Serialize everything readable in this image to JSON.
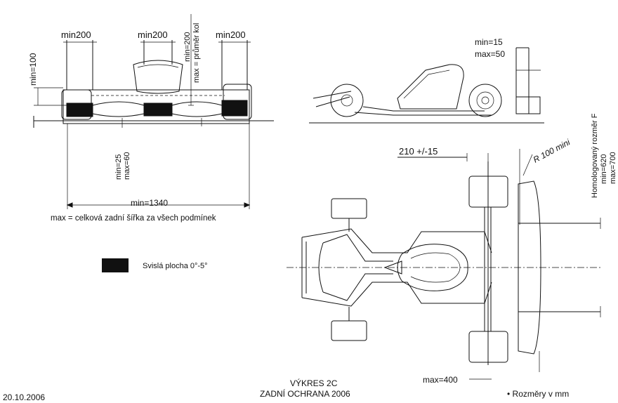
{
  "rear_view": {
    "dim_min200_left": "min200",
    "dim_min200_center": "min200",
    "dim_min200_right": "min200",
    "dim_min100": "min=100",
    "dim_wheel_min": "min=200",
    "dim_wheel_max": "max = průměr kol",
    "dim_gap_min": "min=25",
    "dim_gap_max": "max=60",
    "dim_width_min": "min=1340",
    "dim_width_max": "max = celková zadní šířka za všech podmínek"
  },
  "side_view": {
    "dim_min": "min=15",
    "dim_max": "max=50"
  },
  "top_view": {
    "dim_offset": "210 +/-15",
    "dim_radius": "R 100 mini",
    "homologation_title": "Homologovaný rozměr F",
    "homologation_min": "min=620",
    "homologation_max": "max=700",
    "dim_max400": "max=400"
  },
  "legend": {
    "label": "Svislá plocha 0°-5°",
    "swatch_color": "#111111"
  },
  "footer": {
    "date": "20.10.2006",
    "drawing_no": "VÝKRES 2C",
    "drawing_title": "ZADNÍ OCHRANA 2006",
    "units_note": "• Rozměry v mm"
  }
}
